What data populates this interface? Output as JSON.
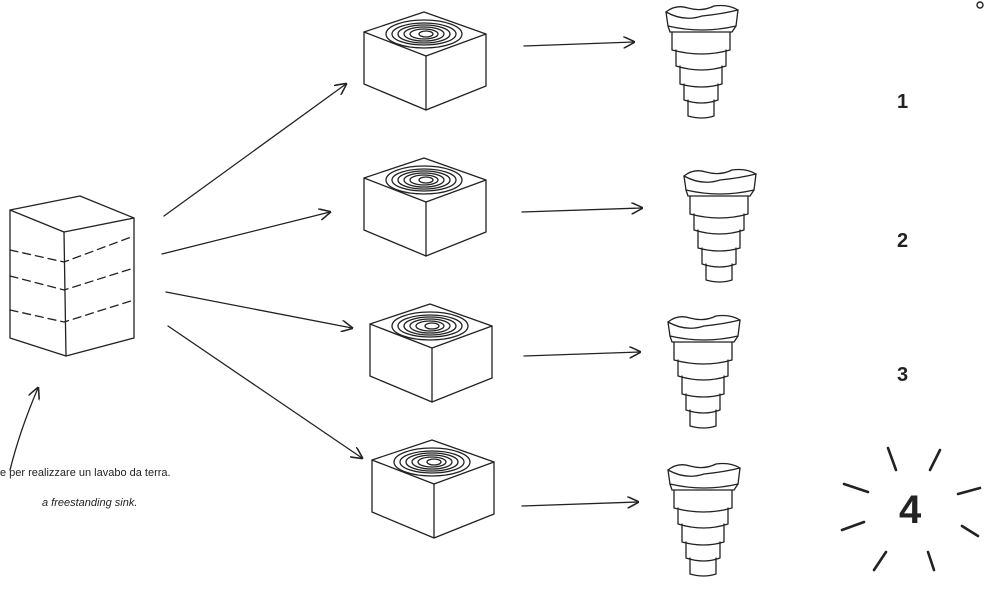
{
  "caption": {
    "italian": "e per realizzare un lavabo da terra.",
    "english": "a freestanding sink."
  },
  "steps": [
    {
      "label": "1"
    },
    {
      "label": "2"
    },
    {
      "label": "3"
    },
    {
      "label": "4",
      "highlighted": true
    }
  ],
  "colors": {
    "ink": "#222222",
    "background": "#ffffff"
  }
}
